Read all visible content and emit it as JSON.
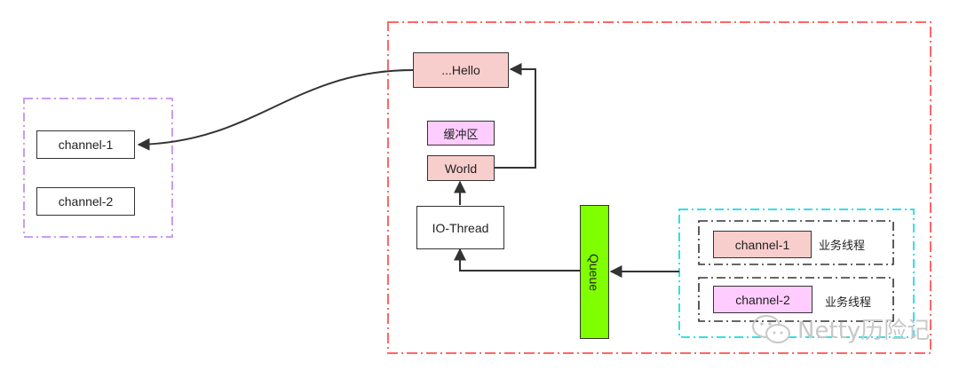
{
  "client": {
    "channel1": "channel-1",
    "channel2": "channel-2"
  },
  "server": {
    "hello": "...Hello",
    "buffer": "缓冲区",
    "world": "World",
    "io_thread": "IO-Thread",
    "queue": "Queue"
  },
  "business": {
    "rows": [
      {
        "channel": "channel-1",
        "label": "业务线程"
      },
      {
        "channel": "channel-2",
        "label": "业务线程"
      }
    ]
  },
  "watermark": "Netty历险记",
  "colors": {
    "server_border": "#ff6666",
    "client_border": "#c99cf3",
    "business_border": "#33e0e6",
    "queue_fill": "#80ff00",
    "pink_fill": "#f8cecc",
    "violet_fill": "#ffccff"
  }
}
